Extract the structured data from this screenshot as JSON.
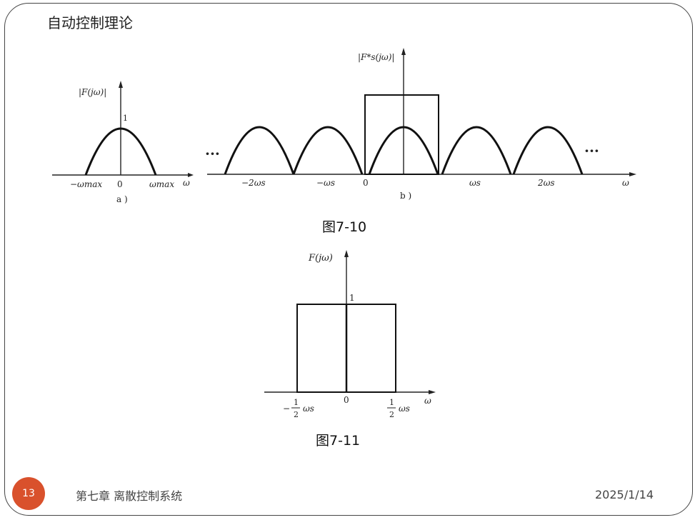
{
  "slide": {
    "title": "自动控制理论",
    "footer_chapter": "第七章 离散控制系统",
    "footer_date": "2025/1/14",
    "page_number": "13"
  },
  "fig_7_10": {
    "caption": "图7-10",
    "a": {
      "ylabel": "|F(jω)|",
      "peak_label": "1",
      "tick_neg": "−ωmax",
      "tick_zero": "0",
      "tick_pos": "ωmax",
      "axis_label": "ω",
      "sublabel": "a )"
    },
    "b": {
      "ylabel": "|F*s(jω)|",
      "ellipsis_left": "···",
      "ellipsis_right": "···",
      "ticks": [
        "−2ωs",
        "−ωs",
        "0",
        "ωs",
        "2ωs"
      ],
      "axis_label": "ω",
      "sublabel": "b )"
    }
  },
  "fig_7_11": {
    "caption": "图7-11",
    "ylabel": "F(jω)",
    "height_label": "1",
    "tick_neg_prefix": "−",
    "tick_frac_num": "1",
    "tick_frac_den": "2",
    "tick_unit": "ωs",
    "tick_zero": "0",
    "axis_label": "ω"
  }
}
